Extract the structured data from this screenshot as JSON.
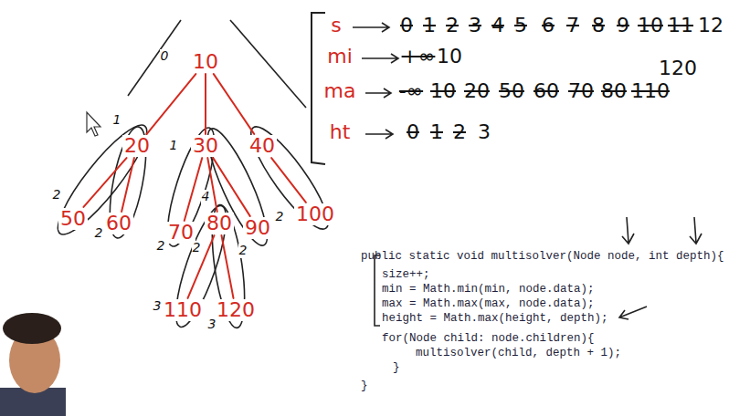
{
  "diagram": {
    "nodes": [
      {
        "text": [
          "10"
        ]
      },
      {
        "text": [
          "20"
        ]
      },
      {
        "text": [
          "30"
        ]
      },
      {
        "text": [
          "40"
        ]
      },
      {
        "text": [
          "50"
        ]
      },
      {
        "text": [
          "60"
        ]
      },
      {
        "text": [
          "70"
        ]
      },
      {
        "text": [
          "80"
        ]
      },
      {
        "text": [
          "90"
        ]
      },
      {
        "text": [
          "100"
        ]
      },
      {
        "text": [
          "110"
        ]
      },
      {
        "text": [
          "120"
        ]
      }
    ],
    "edges": [
      {
        "from": 0,
        "to": 1,
        "arrow": "none"
      },
      {
        "from": 0,
        "to": 2,
        "arrow": "none"
      },
      {
        "from": 0,
        "to": 3,
        "arrow": "none"
      },
      {
        "from": 1,
        "to": 4,
        "arrow": "none"
      },
      {
        "from": 1,
        "to": 5,
        "arrow": "none"
      },
      {
        "from": 2,
        "to": 6,
        "arrow": "none"
      },
      {
        "from": 2,
        "to": 7,
        "arrow": "none"
      },
      {
        "from": 2,
        "to": 8,
        "arrow": "none"
      },
      {
        "from": 3,
        "to": 9,
        "arrow": "none"
      },
      {
        "from": 7,
        "to": 10,
        "arrow": "none"
      },
      {
        "from": 7,
        "to": 11,
        "arrow": "none"
      }
    ],
    "labels": [
      "0",
      "1",
      "1",
      "2",
      "2",
      "2",
      "4",
      "2",
      "2",
      "2",
      "3",
      "3",
      "s",
      "0",
      "1",
      "2",
      "3",
      "4",
      "5",
      "6",
      "7",
      "8",
      "9",
      "10",
      "11",
      "12",
      "mi",
      "+∞",
      "10",
      "ma",
      "-∞",
      "10",
      "20",
      "50",
      "60",
      "70",
      "80",
      "110",
      "120",
      "ht",
      "0",
      "1",
      "2",
      "3",
      "public static void multisolver(Node node, int depth){",
      "size++;",
      "min = Math.min(min, node.data);",
      "max = Math.max(max, node.data);",
      "height = Math.max(height, depth);",
      "for(Node child: node.children){",
      "multisolver(child, depth + 1);",
      "}",
      "}"
    ]
  }
}
